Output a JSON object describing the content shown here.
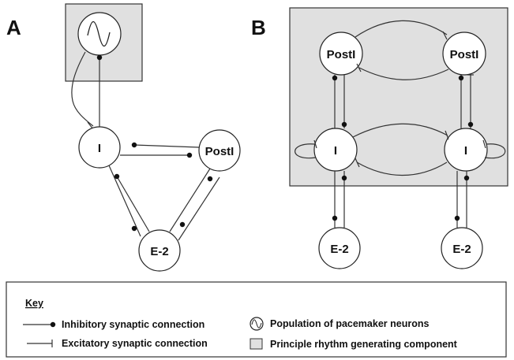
{
  "panels": {
    "a": "A",
    "b": "B"
  },
  "nodes": {
    "I": "I",
    "PostI": "PostI",
    "E2": "E-2"
  },
  "key": {
    "title": "Key",
    "inhibitory": "Inhibitory synaptic connection",
    "excitatory": "Excitatory synaptic connection",
    "pacemaker": "Population of  pacemaker neurons",
    "rhythm": "Principle rhythm generating component"
  },
  "colors": {
    "shade": "#e0e0e0",
    "line": "#333333"
  },
  "icons": {
    "pacemaker": "sine-wave-icon"
  }
}
